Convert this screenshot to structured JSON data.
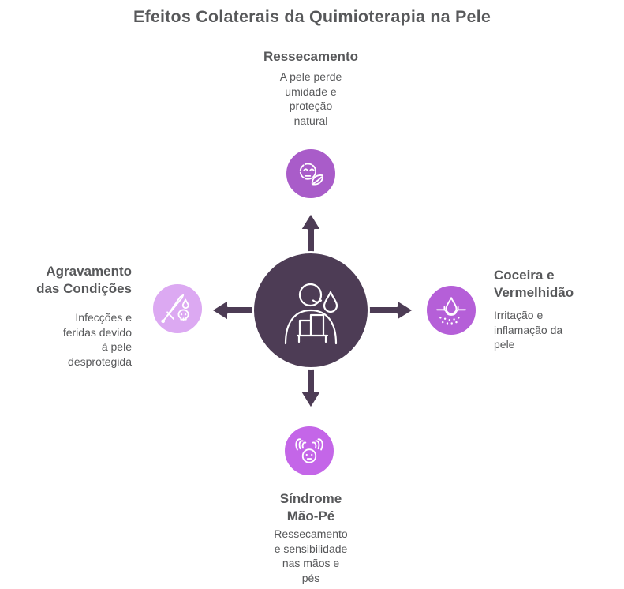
{
  "title": "Efeitos Colaterais da Quimioterapia na Pele",
  "colors": {
    "hub": "#4d3c55",
    "arrow": "#4d3c55",
    "circle_top": "#a95cc9",
    "circle_right": "#b55fd8",
    "circle_bottom": "#c466e8",
    "circle_left": "#dca9f2",
    "heading_text": "#57585a",
    "body_text": "#57585a",
    "icon_stroke": "#ffffff",
    "background": "#ffffff"
  },
  "center": {
    "icon": "crying-person-icon"
  },
  "nodes": {
    "top": {
      "title": "Ressecamento",
      "description": "A pele perde\numidade e\nproteção\nnatural",
      "icon": "dry-skin-face-leaf-icon"
    },
    "right": {
      "title": "Coceira e\nVermelhidão",
      "description": "Irritação e\ninflamação da\npele",
      "icon": "skin-irritation-drop-icon"
    },
    "bottom": {
      "title": "Síndrome\nMão-Pé",
      "description": "Ressecamento\ne sensibilidade\nnas mãos e\npés",
      "icon": "face-raised-hands-icon"
    },
    "left": {
      "title": "Agravamento\ndas Condições",
      "description": "Infecções e\nferidas devido\nà pele\ndesprotegida",
      "icon": "sword-skull-infection-icon"
    }
  }
}
